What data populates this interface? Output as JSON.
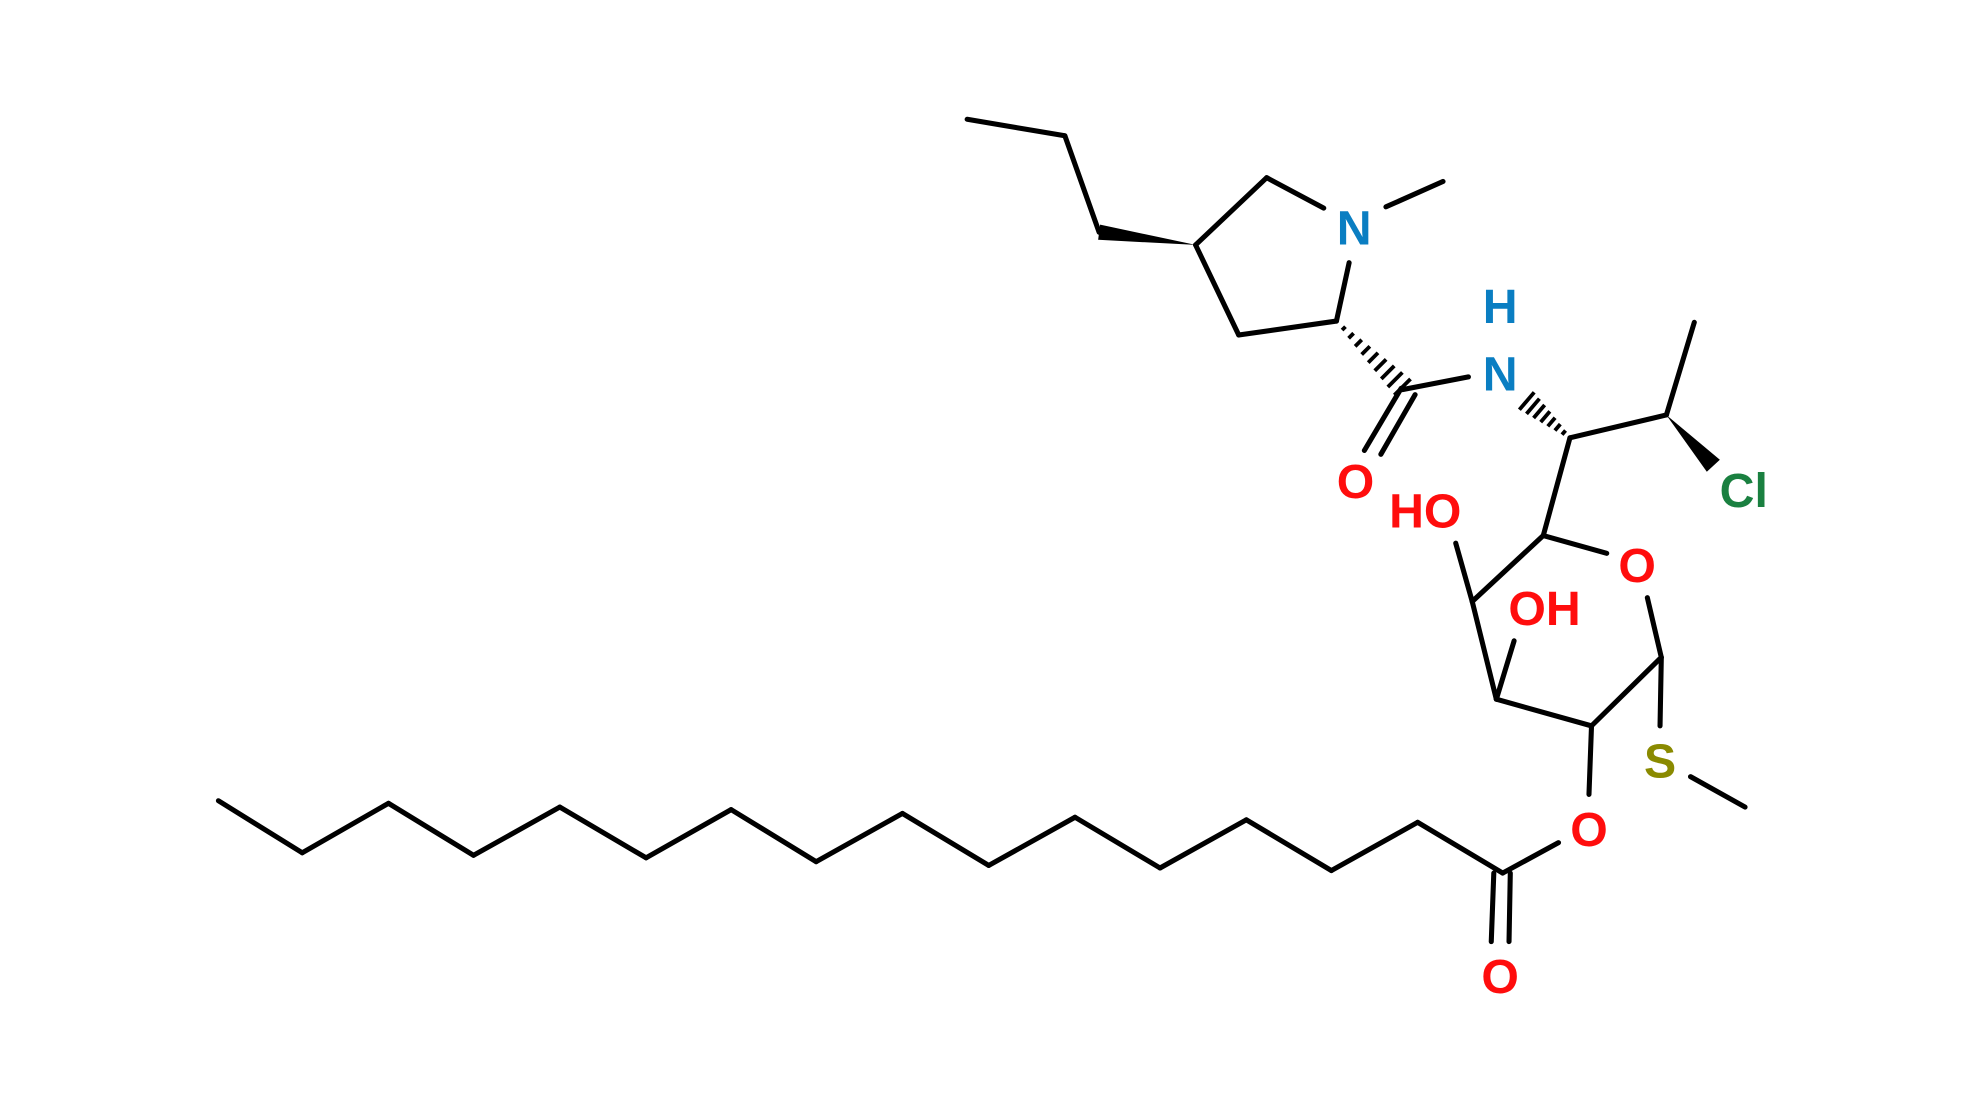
{
  "colors": {
    "N": "#0a7ec2",
    "O": "#ff0d0d",
    "Cl": "#1a8040",
    "S": "#8a8a00",
    "bond": "#000000"
  },
  "atoms": {
    "n_ring": "N",
    "nh_n": "N",
    "nh_h": "H",
    "amide_o": "O",
    "ho": "HO",
    "oh": "OH",
    "ring_o": "O",
    "cl": "Cl",
    "s": "S",
    "ester_o": "O",
    "carbonyl_o": "O"
  }
}
